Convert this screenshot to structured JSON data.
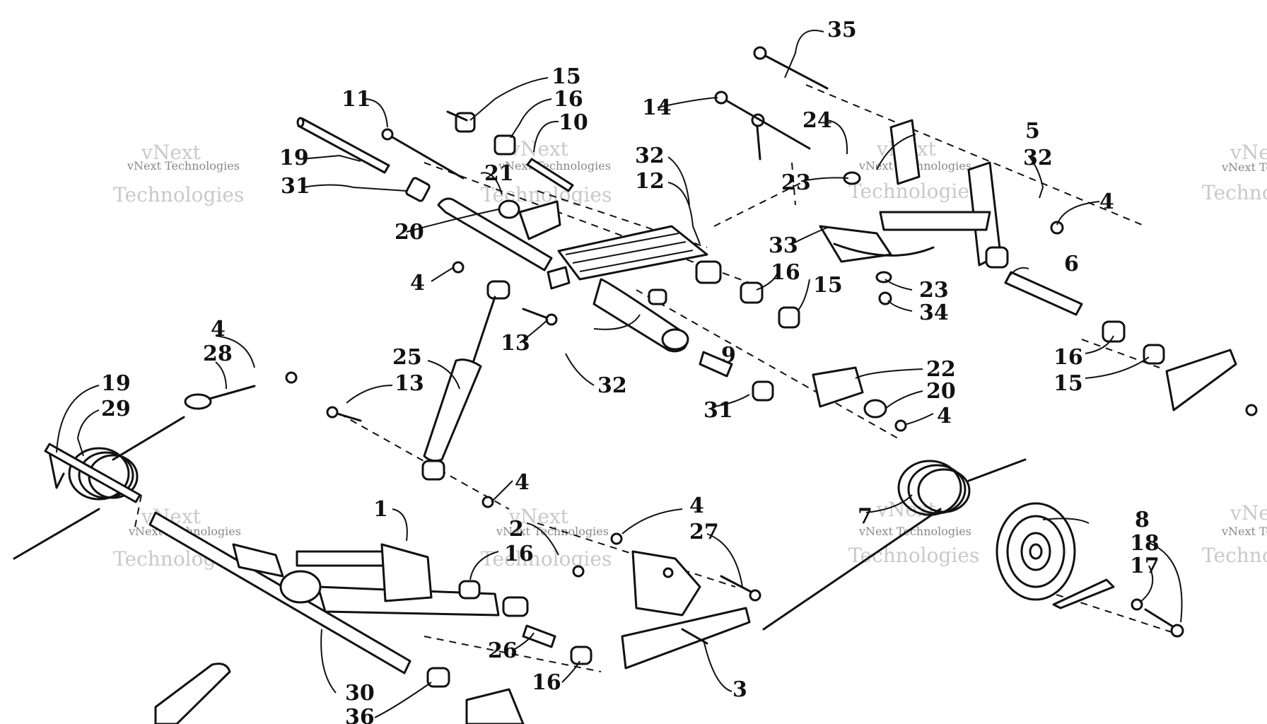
{
  "watermark": {
    "brand": "vNext",
    "company": "vNext Technologies",
    "word": "Technologies"
  },
  "callouts": {
    "c1": "1",
    "c2": "2",
    "c3": "3",
    "c4": "4",
    "c5": "5",
    "c6": "6",
    "c7": "7",
    "c8": "8",
    "c9": "9",
    "c10": "10",
    "c11": "11",
    "c12": "12",
    "c13": "13",
    "c14": "14",
    "c15": "15",
    "c16": "16",
    "c17": "17",
    "c18": "18",
    "c19": "19",
    "c20": "20",
    "c21": "21",
    "c22": "22",
    "c23": "23",
    "c24": "24",
    "c25": "25",
    "c26": "26",
    "c27": "27",
    "c28": "28",
    "c29": "29",
    "c30": "30",
    "c31": "31",
    "c32": "32",
    "c33": "33",
    "c34": "34",
    "c35": "35",
    "c36": "36"
  }
}
